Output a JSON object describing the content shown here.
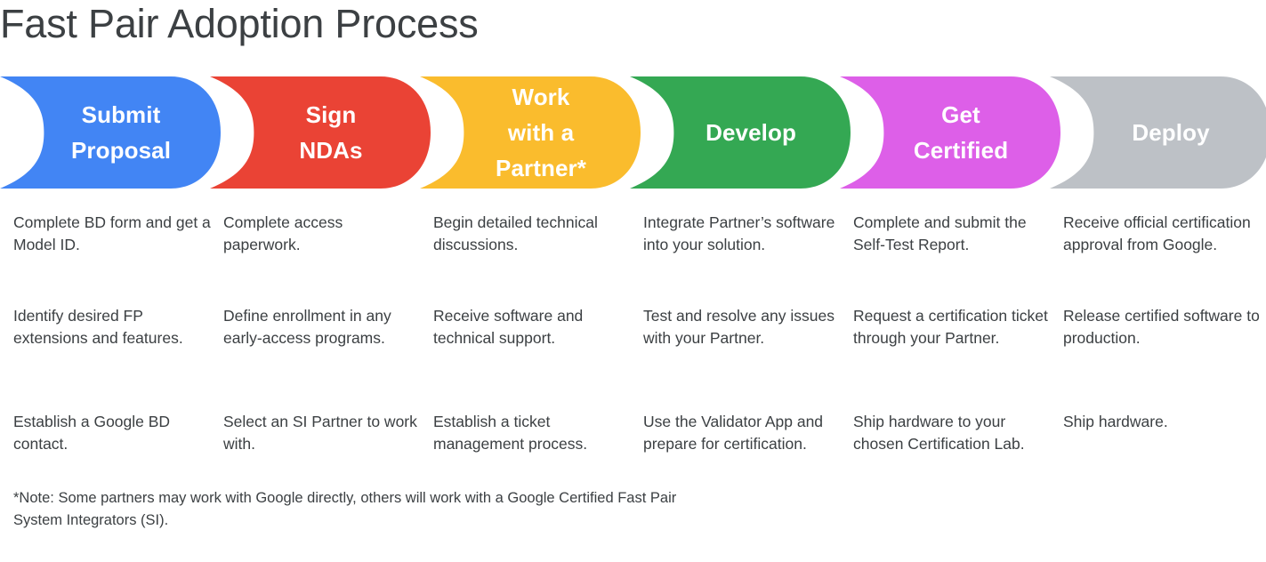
{
  "page": {
    "title": "Fast Pair Adoption Process",
    "background_color": "#ffffff",
    "text_color": "#3c4043"
  },
  "stages": [
    {
      "id": "submit-proposal",
      "label_lines": [
        "Submit",
        "Proposal"
      ],
      "color": "#4285F4",
      "color_name": "blue"
    },
    {
      "id": "sign-ndas",
      "label_lines": [
        "Sign",
        "NDAs"
      ],
      "color": "#EA4335",
      "color_name": "red"
    },
    {
      "id": "work-with-a-partner",
      "label_lines": [
        "Work",
        "with a",
        "Partner*"
      ],
      "color": "#FABC2D",
      "color_name": "yellow"
    },
    {
      "id": "develop",
      "label_lines": [
        "Develop"
      ],
      "color": "#34A853",
      "color_name": "green"
    },
    {
      "id": "get-certified",
      "label_lines": [
        "Get",
        "Certified"
      ],
      "color": "#DD5FE8",
      "color_name": "magenta"
    },
    {
      "id": "deploy",
      "label_lines": [
        "Deploy"
      ],
      "color": "#BDC1C6",
      "color_name": "gray"
    }
  ],
  "columns": [
    {
      "stage": "Submit Proposal",
      "items": [
        "Complete BD form and get a Model ID.",
        "Identify desired FP extensions and features.",
        "Establish a Google BD contact."
      ]
    },
    {
      "stage": "Sign NDAs",
      "items": [
        "Complete access paperwork.",
        "Define enrollment in any early-access programs.",
        "Select an SI Partner to work with."
      ]
    },
    {
      "stage": "Work with a Partner*",
      "items": [
        "Begin detailed technical discussions.",
        "Receive software and technical support.",
        "Establish a ticket management process."
      ]
    },
    {
      "stage": "Develop",
      "items": [
        "Integrate Partner’s software into your solution.",
        "Test and resolve any issues with your Partner.",
        "Use the Validator App and prepare for certification."
      ]
    },
    {
      "stage": "Get Certified",
      "items": [
        "Complete and submit the Self-Test Report.",
        "Request a certification ticket through your Partner.",
        "Ship hardware to your chosen Certification Lab."
      ]
    },
    {
      "stage": "Deploy",
      "items": [
        "Receive official certification approval from Google.",
        "Release certified software to production.",
        "Ship hardware."
      ]
    }
  ],
  "footnote": {
    "text": "*Note: Some partners may work with Google directly, others will work with a Google Certified Fast Pair System Integrators (SI)."
  }
}
